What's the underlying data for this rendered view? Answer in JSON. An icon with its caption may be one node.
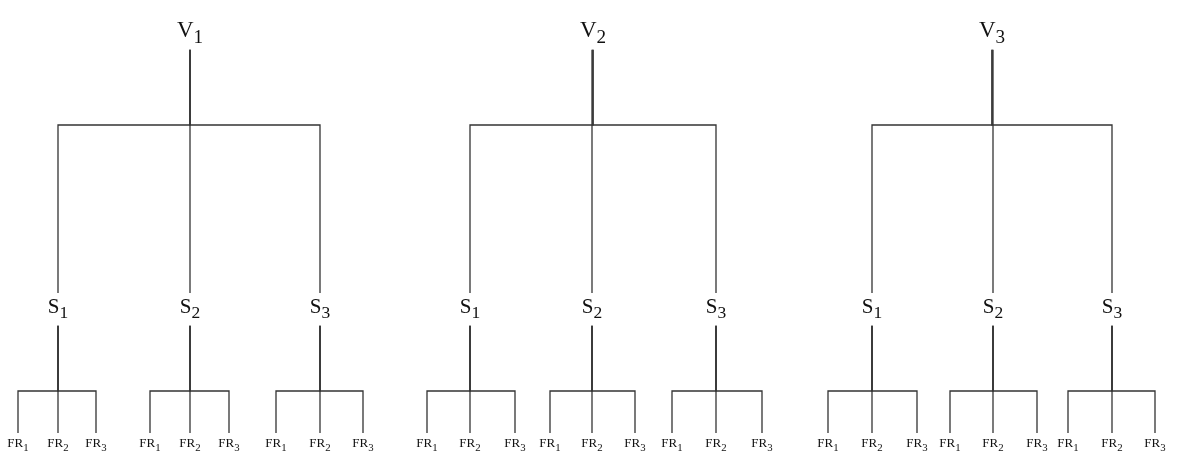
{
  "diagram": {
    "nodes": [
      {
        "text": [
          "V$_{1}$"
        ]
      },
      {
        "text": [
          "V$_{2}$"
        ]
      },
      {
        "text": [
          "V$_{3}$"
        ]
      },
      {
        "text": [
          "S$_{1}$"
        ]
      },
      {
        "text": [
          "S$_{2}$"
        ]
      },
      {
        "text": [
          "S$_{3}$"
        ]
      },
      {
        "text": [
          "S$_{1}$"
        ]
      },
      {
        "text": [
          "S$_{2}$"
        ]
      },
      {
        "text": [
          "S$_{3}$"
        ]
      },
      {
        "text": [
          "S$_{1}$"
        ]
      },
      {
        "text": [
          "S$_{2}$"
        ]
      },
      {
        "text": [
          "S$_{3}$"
        ]
      },
      {
        "text": [
          "FR$_{1}$"
        ]
      },
      {
        "text": [
          "FR$_{2}$"
        ]
      },
      {
        "text": [
          "FR$_{3}$"
        ]
      },
      {
        "text": [
          "FR$_{1}$"
        ]
      },
      {
        "text": [
          "FR$_{2}$"
        ]
      },
      {
        "text": [
          "FR$_{3}$"
        ]
      },
      {
        "text": [
          "FR$_{1}$"
        ]
      },
      {
        "text": [
          "FR$_{2}$"
        ]
      },
      {
        "text": [
          "FR$_{3}$"
        ]
      },
      {
        "text": [
          "FR$_{1}$"
        ]
      },
      {
        "text": [
          "FR$_{2}$"
        ]
      },
      {
        "text": [
          "FR$_{3}$"
        ]
      },
      {
        "text": [
          "FR$_{1}$"
        ]
      },
      {
        "text": [
          "FR$_{2}$"
        ]
      },
      {
        "text": [
          "FR$_{3}$"
        ]
      },
      {
        "text": [
          "FR$_{1}$"
        ]
      },
      {
        "text": [
          "FR$_{2}$"
        ]
      },
      {
        "text": [
          "FR$_{3}$"
        ]
      },
      {
        "text": [
          "FR$_{1}$"
        ]
      },
      {
        "text": [
          "FR$_{2}$"
        ]
      },
      {
        "text": [
          "FR$_{3}$"
        ]
      },
      {
        "text": [
          "FR$_{1}$"
        ]
      },
      {
        "text": [
          "FR$_{2}$"
        ]
      },
      {
        "text": [
          "FR$_{3}$"
        ]
      },
      {
        "text": [
          "FR$_{1}$"
        ]
      },
      {
        "text": [
          "FR$_{2}$"
        ]
      },
      {
        "text": [
          "FR$_{3}$"
        ]
      }
    ],
    "edges": [
      {
        "from": 0,
        "to": 3,
        "arrow": "none"
      },
      {
        "from": 0,
        "to": 4,
        "arrow": "none"
      },
      {
        "from": 0,
        "to": 5,
        "arrow": "none"
      },
      {
        "from": 1,
        "to": 6,
        "arrow": "none"
      },
      {
        "from": 1,
        "to": 7,
        "arrow": "none"
      },
      {
        "from": 1,
        "to": 8,
        "arrow": "none"
      },
      {
        "from": 2,
        "to": 9,
        "arrow": "none"
      },
      {
        "from": 2,
        "to": 10,
        "arrow": "none"
      },
      {
        "from": 2,
        "to": 11,
        "arrow": "none"
      },
      {
        "from": 3,
        "to": 12,
        "arrow": "none"
      },
      {
        "from": 3,
        "to": 13,
        "arrow": "none"
      },
      {
        "from": 3,
        "to": 14,
        "arrow": "none"
      },
      {
        "from": 4,
        "to": 15,
        "arrow": "none"
      },
      {
        "from": 4,
        "to": 16,
        "arrow": "none"
      },
      {
        "from": 4,
        "to": 17,
        "arrow": "none"
      },
      {
        "from": 5,
        "to": 18,
        "arrow": "none"
      },
      {
        "from": 5,
        "to": 19,
        "arrow": "none"
      },
      {
        "from": 5,
        "to": 20,
        "arrow": "none"
      },
      {
        "from": 6,
        "to": 21,
        "arrow": "none"
      },
      {
        "from": 6,
        "to": 22,
        "arrow": "none"
      },
      {
        "from": 6,
        "to": 23,
        "arrow": "none"
      },
      {
        "from": 7,
        "to": 24,
        "arrow": "none"
      },
      {
        "from": 7,
        "to": 25,
        "arrow": "none"
      },
      {
        "from": 7,
        "to": 26,
        "arrow": "none"
      },
      {
        "from": 8,
        "to": 27,
        "arrow": "none"
      },
      {
        "from": 8,
        "to": 28,
        "arrow": "none"
      },
      {
        "from": 8,
        "to": 29,
        "arrow": "none"
      },
      {
        "from": 9,
        "to": 30,
        "arrow": "none"
      },
      {
        "from": 9,
        "to": 31,
        "arrow": "none"
      },
      {
        "from": 9,
        "to": 32,
        "arrow": "none"
      },
      {
        "from": 10,
        "to": 33,
        "arrow": "none"
      },
      {
        "from": 10,
        "to": 34,
        "arrow": "none"
      },
      {
        "from": 10,
        "to": 35,
        "arrow": "none"
      },
      {
        "from": 11,
        "to": 36,
        "arrow": "none"
      },
      {
        "from": 11,
        "to": 37,
        "arrow": "none"
      },
      {
        "from": 11,
        "to": 38,
        "arrow": "none"
      }
    ]
  }
}
